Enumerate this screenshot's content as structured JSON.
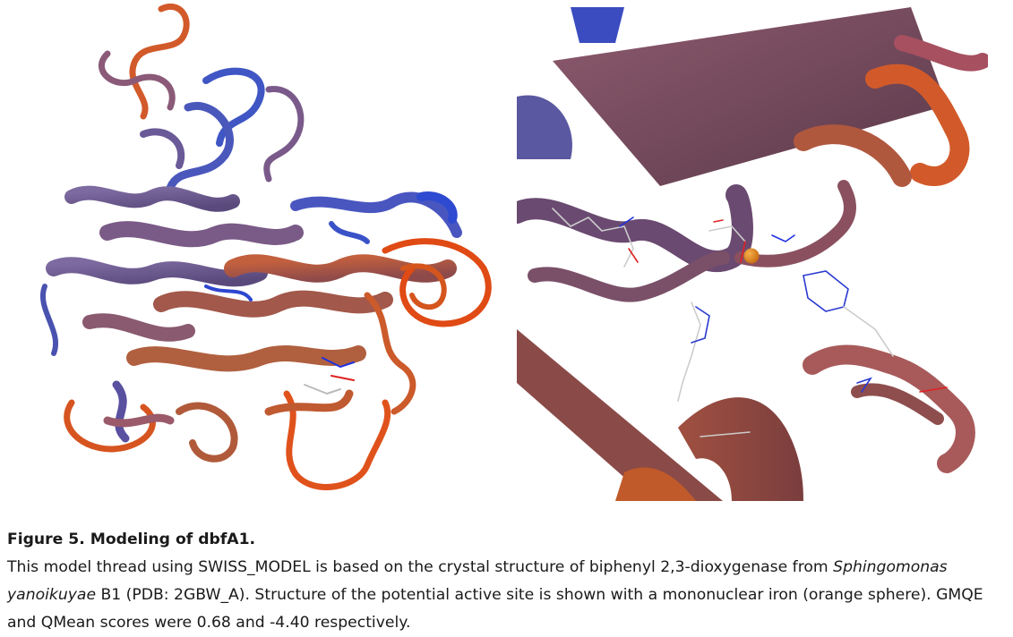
{
  "figure": {
    "title": "Figure 5. Modeling of dbfA1.",
    "caption_part1": "This model thread using SWISS_MODEL is based on the crystal structure of biphenyl 2,3-dioxygenase from",
    "species": "Sphingomonas yanoikuyae",
    "caption_part2": " B1 (PDB: 2GBW_A). Structure of the potential active site is shown with a mononuclear iron (orange sphere). GMQE and QMean scores were 0.68 and -4.40 respectively."
  },
  "colors": {
    "blue": "#3a4fc0",
    "purple": "#6e5a8c",
    "mauve": "#8a5566",
    "rust": "#b8553a",
    "orange": "#e0501a",
    "iron": "#e08a1a"
  },
  "panels": {
    "left": "overall-model-ribbon",
    "right": "active-site-closeup"
  }
}
